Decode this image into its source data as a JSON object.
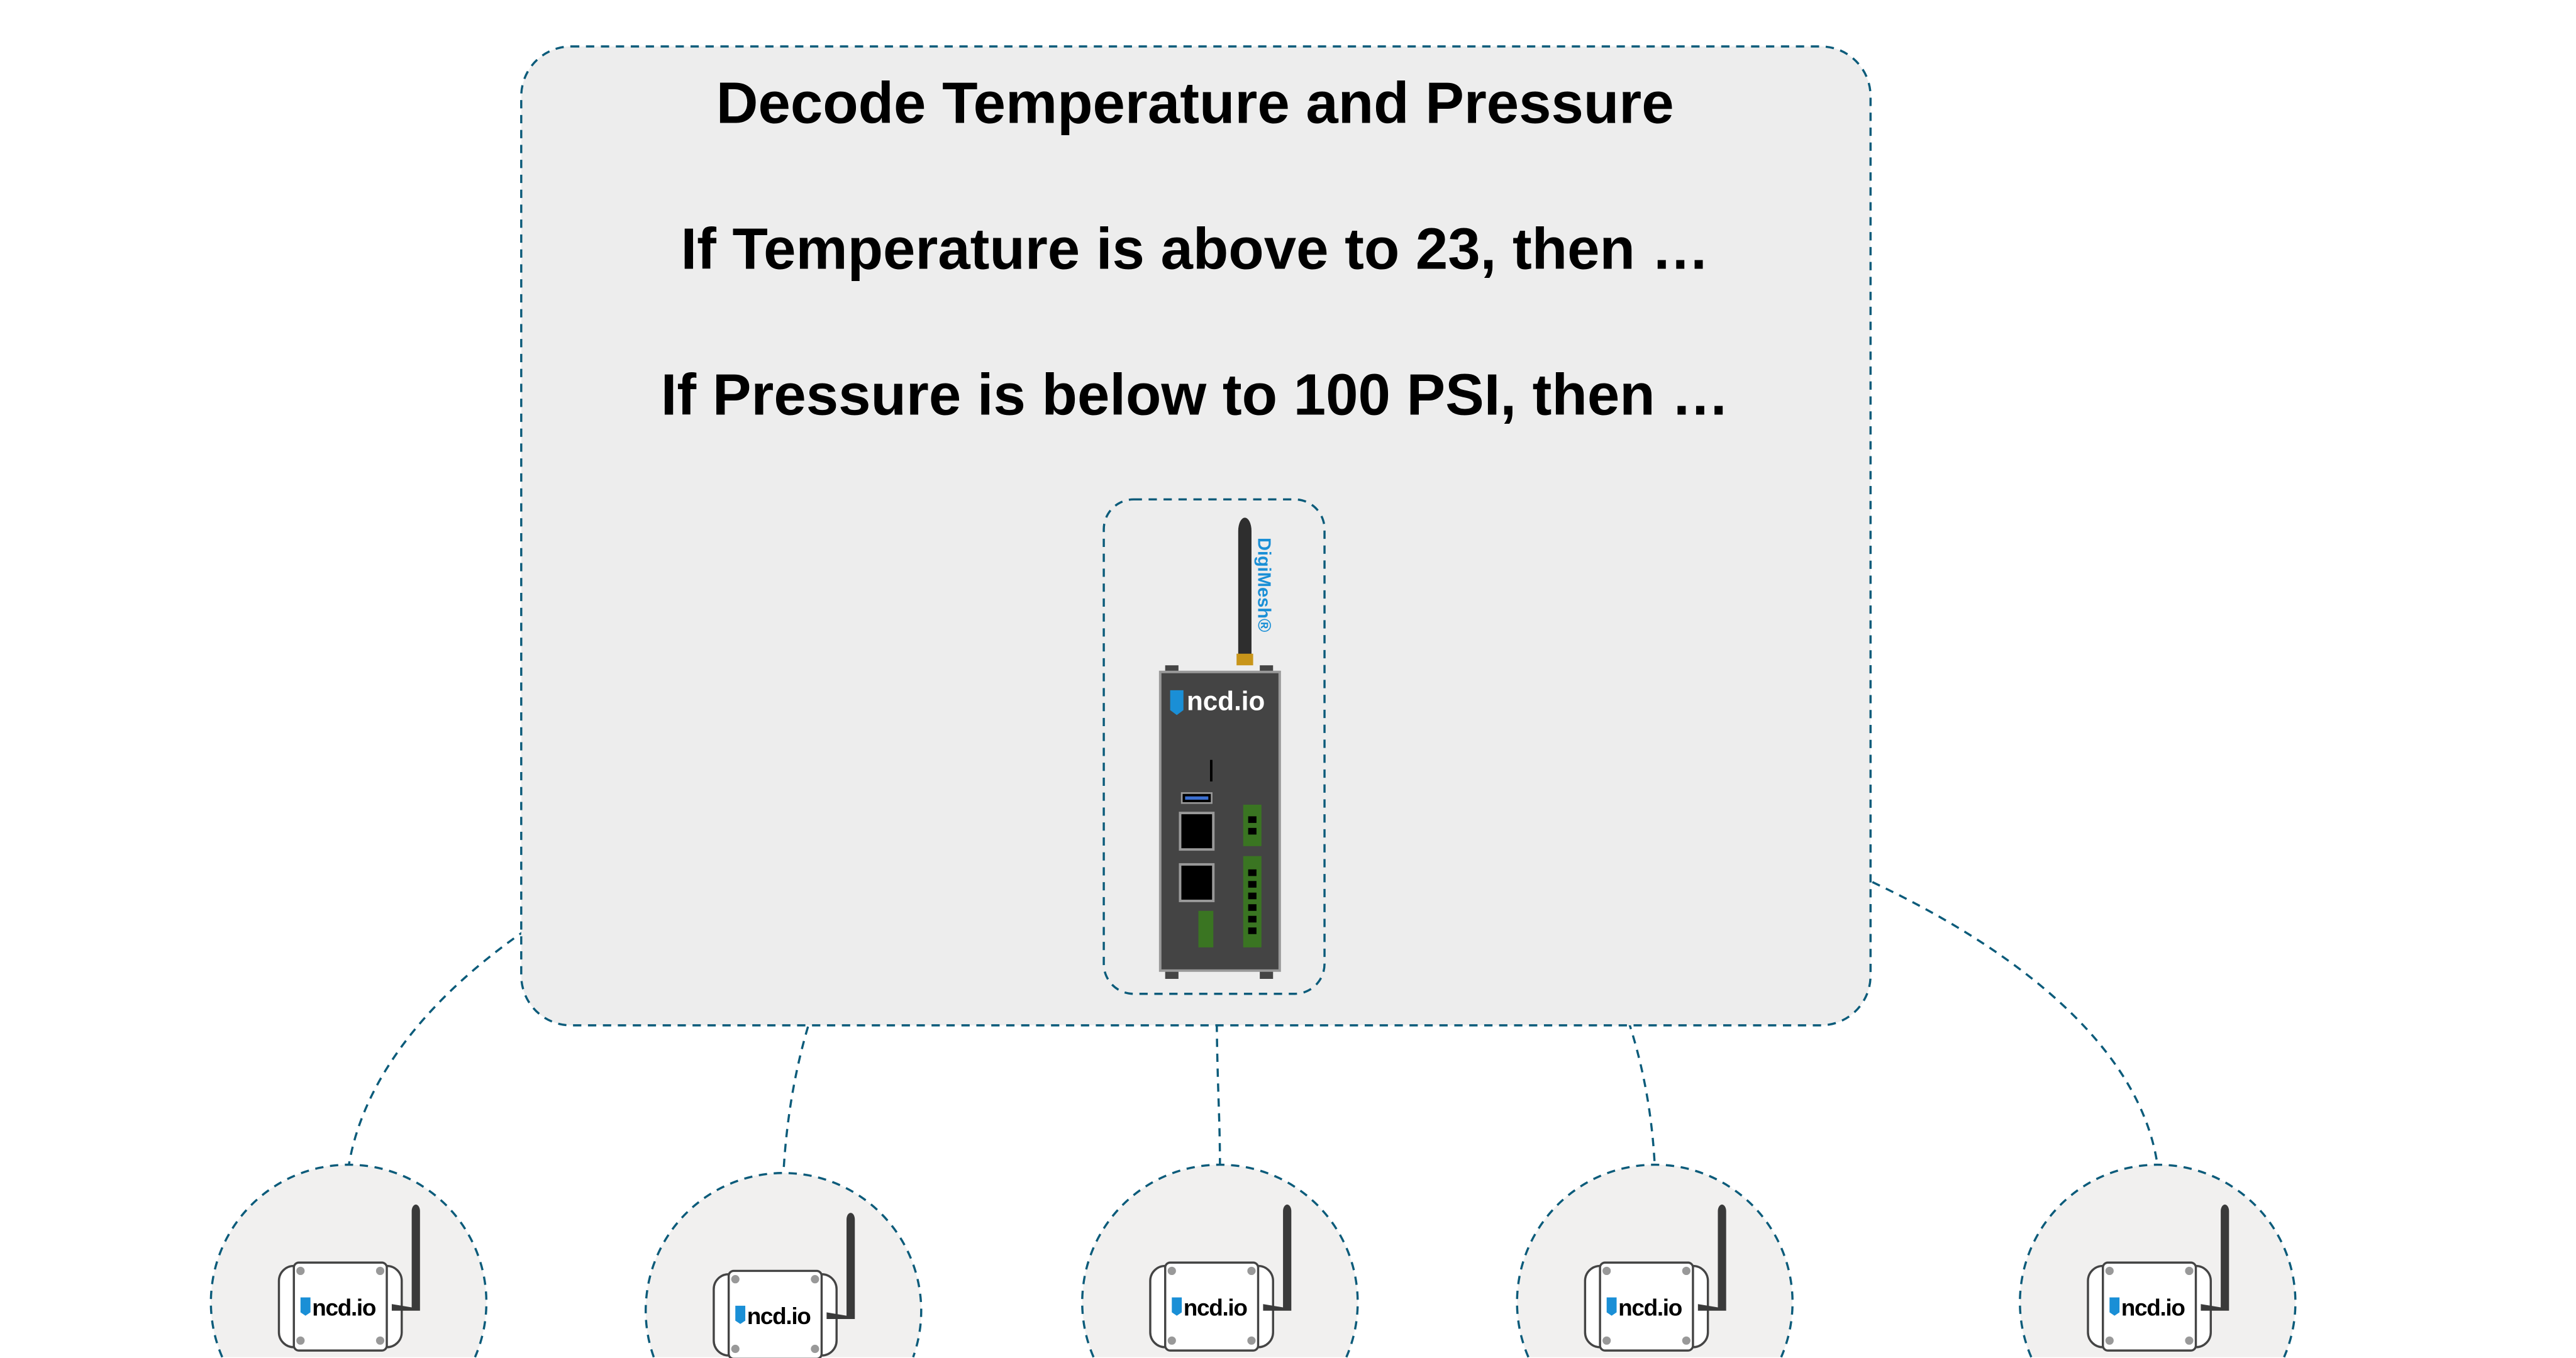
{
  "panel": {
    "heading": "Decode Temperature and Pressure",
    "rule_temperature": "If Temperature is above to 23, then …",
    "rule_pressure": "If Pressure is below to 100 PSI, then …"
  },
  "gateway": {
    "protocol_label": "DigiMesh®",
    "brand": "ncd.io"
  },
  "sensors": [
    {
      "brand": "ncd.io"
    },
    {
      "brand": "ncd.io"
    },
    {
      "brand": "ncd.io"
    },
    {
      "brand": "ncd.io"
    },
    {
      "brand": "ncd.io"
    }
  ],
  "colors": {
    "dash": "#0b5b7a",
    "panel_bg": "#ededed",
    "sensor_bg": "#f1f0ef",
    "device_body": "#444444",
    "accent": "#1a8fd6",
    "connector_green": "#3a7522"
  }
}
